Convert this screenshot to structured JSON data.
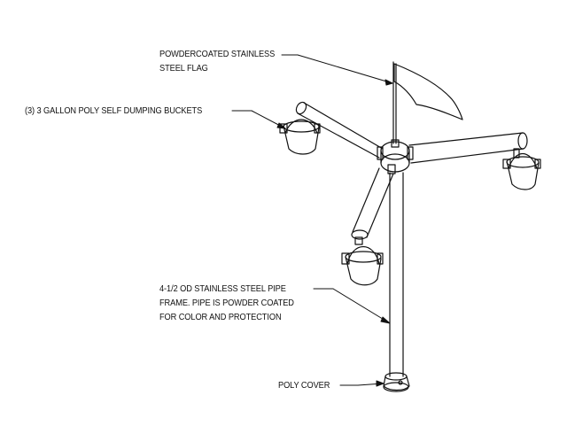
{
  "labels": {
    "flag_line1": "POWDERCOATED STAINLESS",
    "flag_line2": "STEEL FLAG",
    "buckets": "(3) 3 GALLON POLY SELF DUMPING BUCKETS",
    "pipe_line1": "4-1/2 OD STAINLESS STEEL PIPE",
    "pipe_line2": "FRAME. PIPE IS POWDER COATED",
    "pipe_line3": "FOR COLOR AND PROTECTION",
    "cover": "POLY COVER"
  },
  "icons": [
    "flag-icon",
    "bucket-icon",
    "pipe-frame",
    "poly-cover"
  ],
  "colors": {
    "line": "#111111",
    "background": "#ffffff"
  }
}
